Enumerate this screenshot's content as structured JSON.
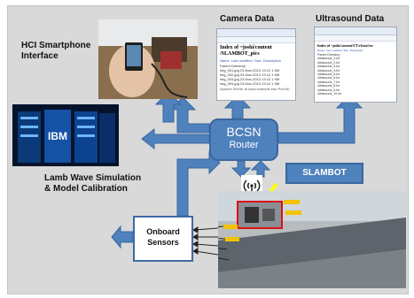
{
  "labels": {
    "hci": "HCI Smartphone\nInterface",
    "camera": "Camera Data",
    "ultrasound": "Ultrasound Data",
    "lamb": "Lamb Wave Simulation\n& Model Calibration",
    "slambot": "SLAMBOT"
  },
  "router": {
    "line1": "BCSN",
    "line2": "Router"
  },
  "sensors": {
    "line1": "Onboard",
    "line2": "Sensors"
  },
  "camera_window": {
    "title": "Index of ~joshi/content\n/SLAMBOT_pics",
    "columns": [
      "Name",
      "Last modified",
      "Size",
      "Description"
    ],
    "rows": [
      "Parent Directory",
      "img_001.jpg  23-Nov-2013 13:12  1.9M",
      "img_002.jpg  23-Nov-2013 13:12  1.9M",
      "img_003.jpg  23-Nov-2013 13:13  1.9M",
      "img_004.jpg  23-Nov-2013 13:14  1.9M"
    ],
    "footer": "Apache Server at www.example.edu Port 80"
  },
  "ultrasound_window": {
    "title": "Index of ~joshi/content/UT/rf/out/rec",
    "columns": [
      "Name",
      "Last modified",
      "Size",
      "Description"
    ],
    "rows": [
      "Parent Directory",
      "ultrasound_1.txt",
      "ultrasound_2.txt",
      "ultrasound_3.txt",
      "ultrasound_4.txt",
      "ultrasound_5.txt",
      "ultrasound_6.txt",
      "ultrasound_7.txt",
      "ultrasound_8.txt",
      "ultrasound_9.txt",
      "ultrasound_10.txt"
    ]
  },
  "supercomputer_logo": "IBM",
  "colors": {
    "arrow": "#4f81bd",
    "arrow_stroke": "#3a679e",
    "panel": "#d9d9d9",
    "highlight": "#ffff00"
  }
}
